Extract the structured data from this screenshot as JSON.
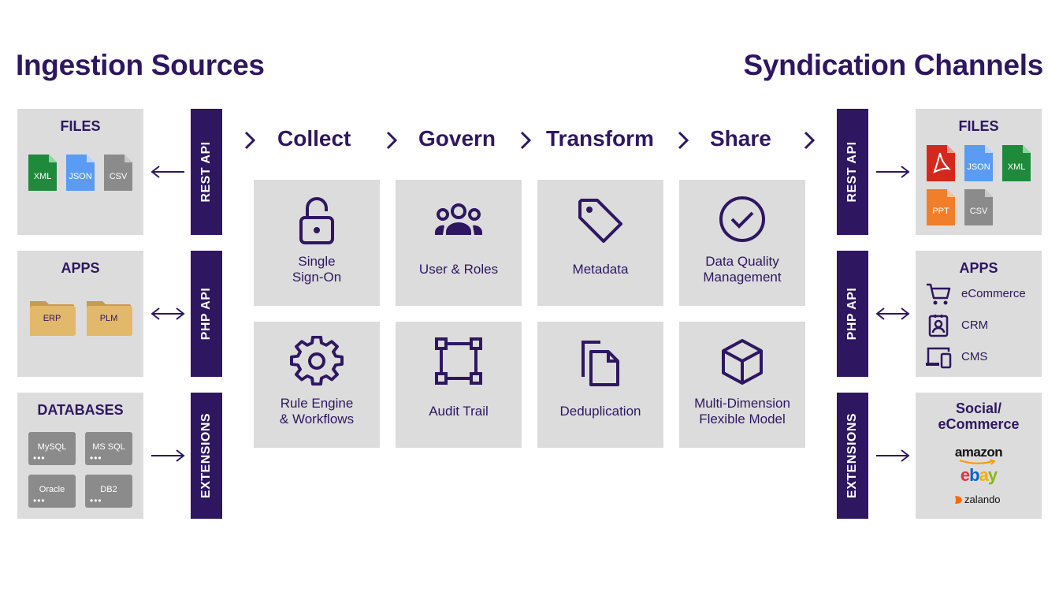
{
  "titles": {
    "left": "Ingestion Sources",
    "right": "Syndication Channels"
  },
  "left": {
    "files": {
      "title": "FILES",
      "items": [
        "XML",
        "JSON",
        "CSV"
      ]
    },
    "apps": {
      "title": "APPS",
      "items": [
        "ERP",
        "PLM"
      ]
    },
    "databases": {
      "title": "DATABASES",
      "items": [
        "MySQL",
        "MS SQL",
        "Oracle",
        "DB2"
      ]
    }
  },
  "api": {
    "rest": "REST API",
    "php": "PHP API",
    "ext": "EXTENSIONS"
  },
  "steps": [
    "Collect",
    "Govern",
    "Transform",
    "Share"
  ],
  "tiles": [
    {
      "icon": "lock-open-icon",
      "line1": "Single",
      "line2": "Sign-On"
    },
    {
      "icon": "users-icon",
      "line1": "User & Roles",
      "line2": ""
    },
    {
      "icon": "tag-icon",
      "line1": "Metadata",
      "line2": ""
    },
    {
      "icon": "check-circle-icon",
      "line1": "Data Quality",
      "line2": "Management"
    },
    {
      "icon": "gear-icon",
      "line1": "Rule Engine",
      "line2": "& Workflows"
    },
    {
      "icon": "frame-icon",
      "line1": "Audit Trail",
      "line2": ""
    },
    {
      "icon": "copy-icon",
      "line1": "Deduplication",
      "line2": ""
    },
    {
      "icon": "cube-icon",
      "line1": "Multi-Dimension",
      "line2": "Flexible Model"
    }
  ],
  "right": {
    "files": {
      "title": "FILES",
      "items": [
        "JSON",
        "XML",
        "PPT",
        "CSV"
      ]
    },
    "apps": {
      "title": "APPS",
      "items": [
        "eCommerce",
        "CRM",
        "CMS"
      ]
    },
    "social": {
      "title1": "Social/",
      "title2": "eCommerce",
      "brands": [
        "amazon",
        "ebay",
        "zalando"
      ]
    }
  },
  "colors": {
    "brand": "#2e1760",
    "tile": "#dcdcdc",
    "xml": "#1f8a3c",
    "json": "#5b9bf3",
    "csv": "#8b8b8b",
    "pdf": "#d4281f",
    "ppt": "#f07e2b",
    "folder": "#e2b86a",
    "amazon_arrow": "#ff9900",
    "zalando": "#ff6900"
  }
}
